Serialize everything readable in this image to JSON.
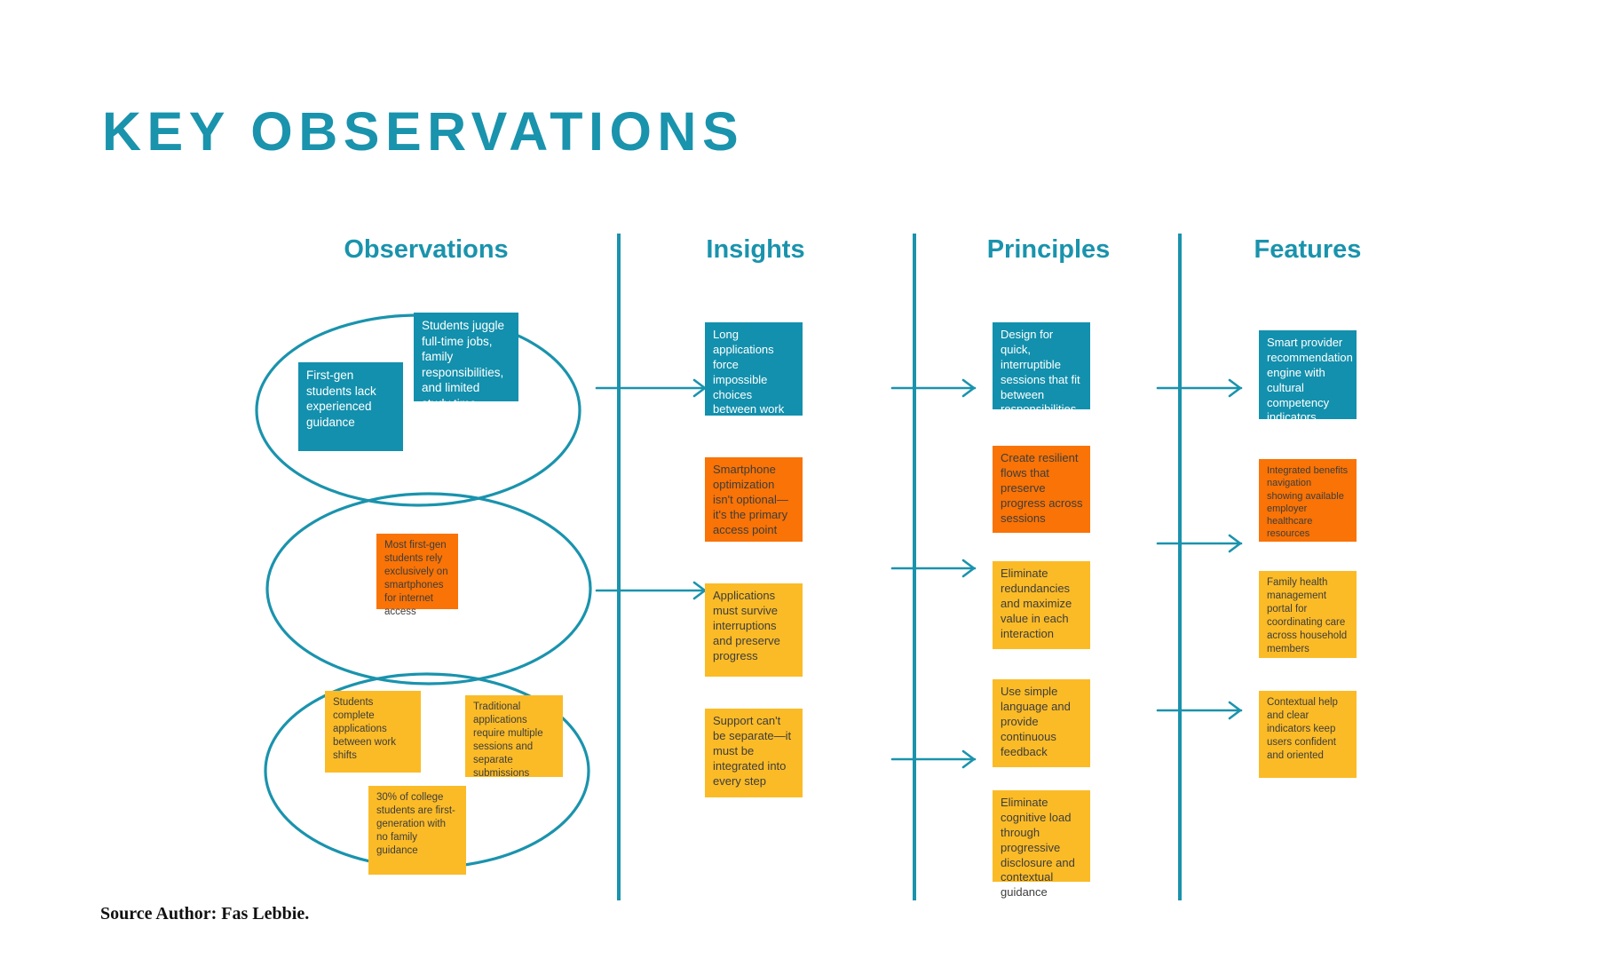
{
  "page": {
    "title": "KEY OBSERVATIONS",
    "footer": "Source Author: Fas Lebbie.",
    "accent_teal": "#1390ad",
    "accent_orange": "#f97306",
    "accent_yellow": "#fbbb27",
    "text_dark": "#3d3d3d",
    "background": "#ffffff"
  },
  "columns": [
    {
      "id": "observations",
      "header": "Observations"
    },
    {
      "id": "insights",
      "header": "Insights"
    },
    {
      "id": "principles",
      "header": "Principles"
    },
    {
      "id": "features",
      "header": "Features"
    }
  ],
  "observations": {
    "header": "Observations",
    "groups": [
      {
        "id": "group-1",
        "label": "ellipse-top"
      },
      {
        "id": "group-2",
        "label": "ellipse-middle"
      },
      {
        "id": "group-3",
        "label": "ellipse-bottom"
      }
    ],
    "cards": [
      {
        "id": "obs-1",
        "color": "teal",
        "text": "First-gen students lack experienced guidance"
      },
      {
        "id": "obs-2",
        "color": "teal",
        "text": "Students juggle full-time jobs, family responsibilities, and limited study time"
      },
      {
        "id": "obs-3",
        "color": "orange",
        "text": "Most first-gen students rely exclusively on smartphones for internet access"
      },
      {
        "id": "obs-4",
        "color": "yellow",
        "text": "Students complete applications between work shifts"
      },
      {
        "id": "obs-5",
        "color": "yellow",
        "text": "Traditional applications require multiple sessions and separate submissions"
      },
      {
        "id": "obs-6",
        "color": "yellow",
        "text": "30% of college students are first-generation with no family guidance"
      }
    ]
  },
  "insights": {
    "header": "Insights",
    "cards": [
      {
        "id": "ins-1",
        "color": "teal",
        "text": "Long applications force impossible choices between work and education"
      },
      {
        "id": "ins-2",
        "color": "orange",
        "text": "Smartphone optimization isn't optional—it's the primary access point"
      },
      {
        "id": "ins-3",
        "color": "yellow",
        "text": "Applications must survive interruptions and preserve progress"
      },
      {
        "id": "ins-4",
        "color": "yellow",
        "text": "Support can't be separate—it must be integrated into every step"
      }
    ]
  },
  "principles": {
    "header": "Principles",
    "cards": [
      {
        "id": "pri-1",
        "color": "teal",
        "text": "Design for quick, interruptible sessions that fit between responsibilities"
      },
      {
        "id": "pri-2",
        "color": "orange",
        "text": "Create resilient flows that preserve progress across sessions"
      },
      {
        "id": "pri-3",
        "color": "yellow",
        "text": "Eliminate redundancies and maximize value in each interaction"
      },
      {
        "id": "pri-4",
        "color": "yellow",
        "text": "Use simple language and provide continuous feedback"
      },
      {
        "id": "pri-5",
        "color": "yellow",
        "text": "Eliminate cognitive load through progressive disclosure and contextual guidance"
      }
    ]
  },
  "features": {
    "header": "Features",
    "cards": [
      {
        "id": "fea-1",
        "color": "teal",
        "text": "Smart provider recommendation engine with cultural competency indicators"
      },
      {
        "id": "fea-2",
        "color": "orange",
        "text": "Integrated benefits navigation showing available employer healthcare resources"
      },
      {
        "id": "fea-3",
        "color": "yellow",
        "text": "Family health management portal for coordinating care across household members"
      },
      {
        "id": "fea-4",
        "color": "yellow",
        "text": "Contextual help and clear indicators keep users confident and oriented"
      }
    ]
  },
  "connectors": {
    "arrow_count": 9,
    "description": "horizontal arrows flowing left to right across each divider"
  }
}
